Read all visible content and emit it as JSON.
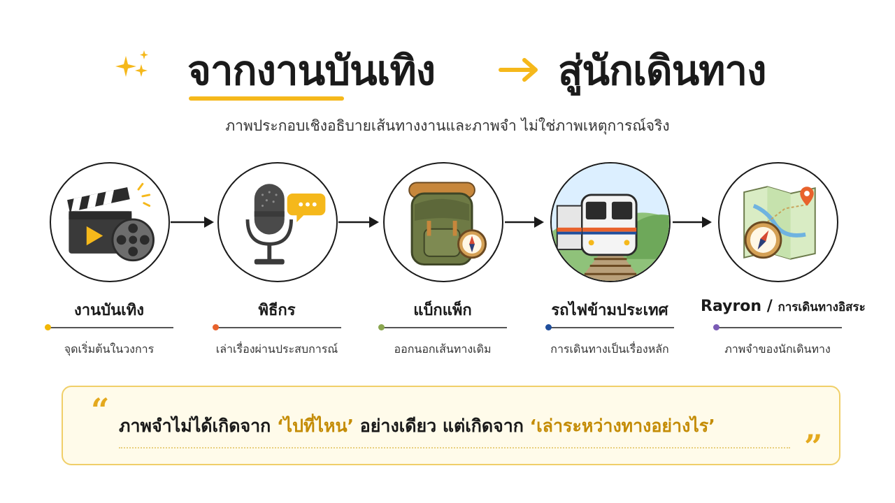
{
  "header": {
    "title_left": "จากงานบันเทิง",
    "title_right": "สู่นักเดินทาง",
    "subtitle": "ภาพประกอบเชิงอธิบายเส้นทางงานและภาพจำ ไม่ใช่ภาพเหตุการณ์จริง"
  },
  "steps": [
    {
      "label": "งานบันเทิง",
      "desc": "จุดเริ่มต้นในวงการ",
      "icon": "film-clapper-icon",
      "dot_color": "#f2b705"
    },
    {
      "label": "พิธีกร",
      "desc": "เล่าเรื่องผ่านประสบการณ์",
      "icon": "microphone-icon",
      "dot_color": "#e8622c"
    },
    {
      "label": "แบ็กแพ็ก",
      "desc": "ออกนอกเส้นทางเดิม",
      "icon": "backpack-icon",
      "dot_color": "#8aa64f"
    },
    {
      "label": "รถไฟข้ามประเทศ",
      "desc": "การเดินทางเป็นเรื่องหลัก",
      "icon": "train-icon",
      "dot_color": "#1f4e9c"
    },
    {
      "label": "Rayron / การเดินทางอิสระ",
      "label_main": "Rayron /",
      "label_sub": "การเดินทางอิสระ",
      "desc": "ภาพจำของนักเดินทาง",
      "icon": "map-compass-icon",
      "dot_color": "#7a5bb5"
    }
  ],
  "quote": {
    "part1": "ภาพจำไม่ได้เกิดจาก ",
    "highlight1": "‘ไปที่ไหน’",
    "part2": " อย่างเดียว แต่เกิดจาก ",
    "highlight2": "‘เล่าระหว่างทางอย่างไร’",
    "open_mark": "“",
    "close_mark": "”"
  },
  "colors": {
    "accent": "#f5b81b",
    "quote_bg": "#fffbea",
    "quote_border": "#f0cf69",
    "highlight_text": "#c48c06"
  }
}
